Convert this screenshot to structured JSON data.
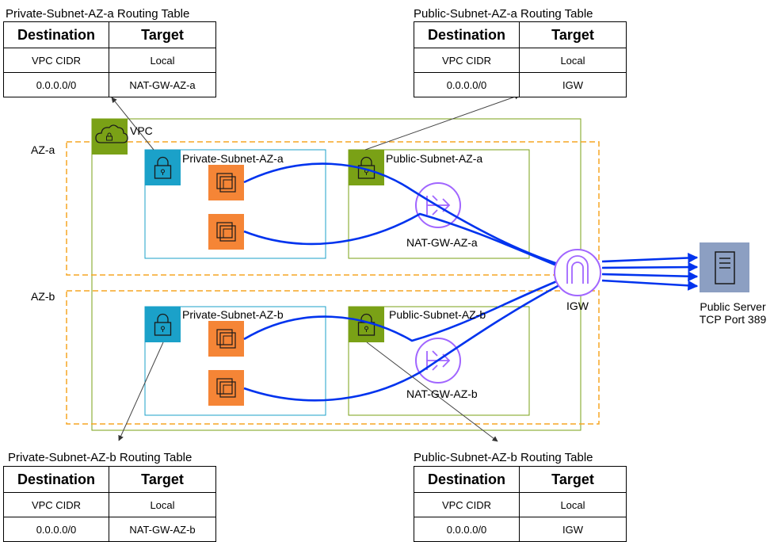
{
  "vpc": {
    "label": "VPC"
  },
  "zones": {
    "az_a": "AZ-a",
    "az_b": "AZ-b"
  },
  "subnets": {
    "private_a": "Private-Subnet-AZ-a",
    "public_a": "Public-Subnet-AZ-a",
    "private_b": "Private-Subnet-AZ-b",
    "public_b": "Public-Subnet-AZ-b"
  },
  "gateways": {
    "nat_a": "NAT-GW-AZ-a",
    "nat_b": "NAT-GW-AZ-b",
    "igw": "IGW"
  },
  "server": {
    "line1": "Public Server",
    "line2": "TCP Port 389"
  },
  "routing_tables": {
    "private_a": {
      "title": "Private-Subnet-AZ-a Routing Table",
      "headers": [
        "Destination",
        "Target"
      ],
      "rows": [
        [
          "VPC CIDR",
          "Local"
        ],
        [
          "0.0.0.0/0",
          "NAT-GW-AZ-a"
        ]
      ]
    },
    "public_a": {
      "title": "Public-Subnet-AZ-a Routing Table",
      "headers": [
        "Destination",
        "Target"
      ],
      "rows": [
        [
          "VPC CIDR",
          "Local"
        ],
        [
          "0.0.0.0/0",
          "IGW"
        ]
      ]
    },
    "private_b": {
      "title": "Private-Subnet-AZ-b Routing Table",
      "headers": [
        "Destination",
        "Target"
      ],
      "rows": [
        [
          "VPC CIDR",
          "Local"
        ],
        [
          "0.0.0.0/0",
          "NAT-GW-AZ-b"
        ]
      ]
    },
    "public_b": {
      "title": "Public-Subnet-AZ-b Routing Table",
      "headers": [
        "Destination",
        "Target"
      ],
      "rows": [
        [
          "VPC CIDR",
          "Local"
        ],
        [
          "0.0.0.0/0",
          "IGW"
        ]
      ]
    }
  },
  "colors": {
    "vpc_border": "#7aa116",
    "az_border": "#f5a623",
    "private_subnet_border": "#1ba1c9",
    "public_subnet_border": "#7aa116",
    "ec2": "#f58536",
    "nat": "#a166ff",
    "traffic": "#0033ee",
    "server": "#8c9fc2"
  }
}
